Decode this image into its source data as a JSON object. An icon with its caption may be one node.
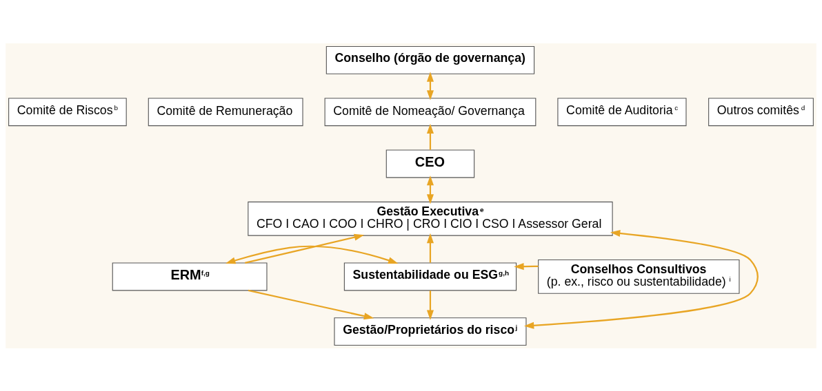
{
  "diagram": {
    "nodes": [
      {
        "text": [
          "Conselho (órgão de governança)"
        ]
      },
      {
        "text": [
          "Comitê de Riscos$^{b}$"
        ]
      },
      {
        "text": [
          "Comitê de Remuneração"
        ]
      },
      {
        "text": [
          "Comitê de Nomeação/ Governança"
        ]
      },
      {
        "text": [
          "Comitê de Auditoria$^{c}$"
        ]
      },
      {
        "text": [
          "Outros comitês$^{d}$"
        ]
      },
      {
        "text": [
          "CEO"
        ]
      },
      {
        "text": [
          "Gestão Executiva$^{e}$",
          "CFO I CAO I COO I CHRO | CRO I CIO I CSO I Assessor Geral"
        ]
      },
      {
        "text": [
          "ERM$^{f,g}$"
        ]
      },
      {
        "text": [
          "Sustentabilidade ou ESG$^{g,h}$"
        ]
      },
      {
        "text": [
          "Conselhos Consultivos",
          "(p. ex., risco ou sustentabilidade)$^{i}$"
        ]
      },
      {
        "text": [
          "Gestão/Proprietários do risco$^{j}$"
        ]
      }
    ],
    "edges": [
      {
        "from": 0,
        "to": 3,
        "arrow": "both"
      },
      {
        "from": 6,
        "to": 3,
        "arrow": "to"
      },
      {
        "from": 6,
        "to": 7,
        "arrow": "both"
      },
      {
        "from": 8,
        "to": 7,
        "arrow": "to"
      },
      {
        "from": 9,
        "to": 7,
        "arrow": "to"
      },
      {
        "from": 8,
        "to": 9,
        "arrow": "both"
      },
      {
        "from": 7,
        "to": 11,
        "arrow": "both"
      },
      {
        "from": 8,
        "to": 11,
        "arrow": "to"
      },
      {
        "from": 9,
        "to": 11,
        "arrow": "to"
      },
      {
        "from": 10,
        "to": 9,
        "arrow": "to"
      }
    ]
  }
}
